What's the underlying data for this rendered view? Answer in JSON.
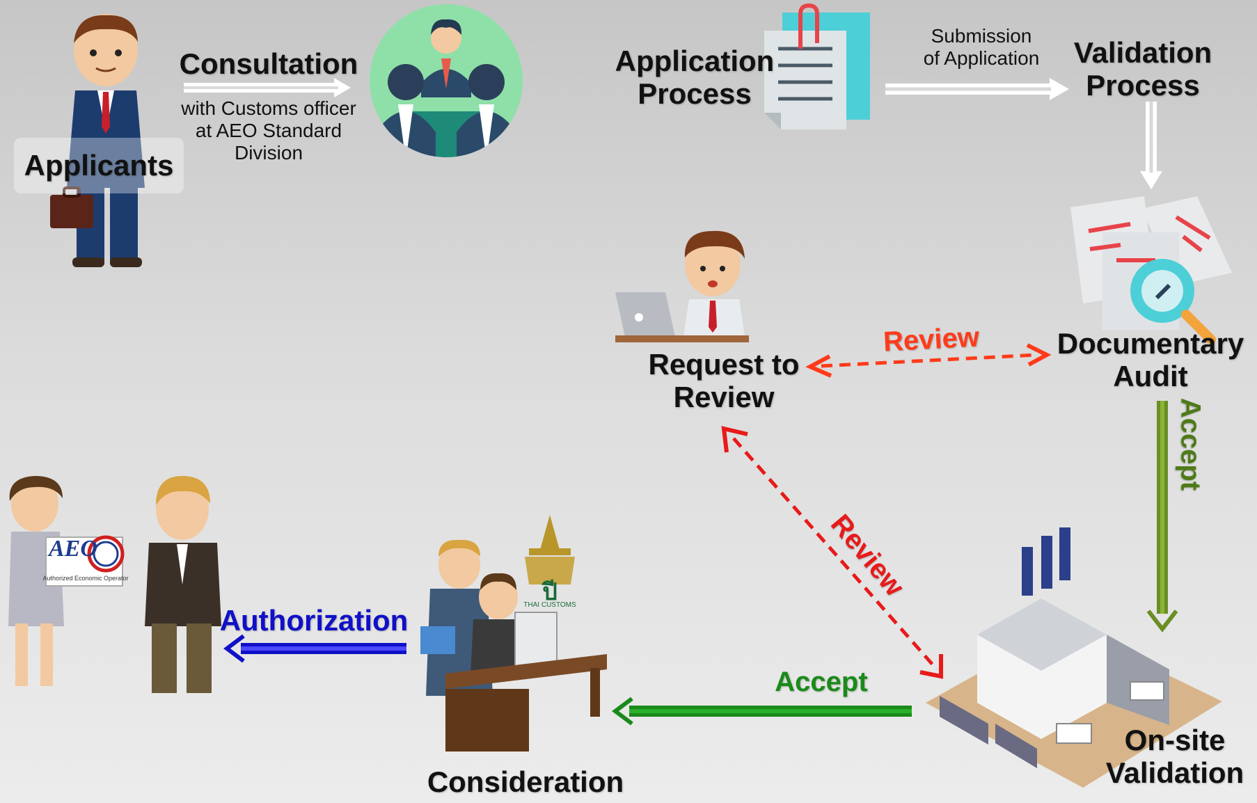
{
  "labels": {
    "applicants": "Applicants",
    "consultation": "Consultation",
    "consultation_detail": [
      "with Customs officer",
      "at AEO Standard",
      "Division"
    ],
    "application_process": [
      "Application",
      "Process"
    ],
    "submission": [
      "Submission",
      "of Application"
    ],
    "validation_process": [
      "Validation",
      "Process"
    ],
    "documentary_audit": [
      "Documentary",
      "Audit"
    ],
    "request_to_review": [
      "Request to",
      "Review"
    ],
    "review_horizontal": "Review",
    "review_diagonal": "Review",
    "accept_vertical": "Accept",
    "accept_horizontal": "Accept",
    "onsite_validation": [
      "On-site",
      "Validation"
    ],
    "consideration": "Consideration",
    "authorization": "Authorization",
    "aeo_logo_text": "AEO",
    "aeo_logo_caption": "Authorized Economic Operator",
    "thai_customs_caption": "THAI CUSTOMS"
  },
  "colors": {
    "review_arrow": "#ff3b1a",
    "accept_arrow": "#6b8e23",
    "accept_h_arrow": "#1a8a1a",
    "authorization": "#1010c8",
    "accept_text": "#4f7a1a",
    "white_arrow": "#ffffff"
  },
  "icons": [
    "businessman-icon",
    "meeting-icon",
    "document-clip-icon",
    "audit-magnifier-icon",
    "worried-worker-icon",
    "factory-icon",
    "officers-desk-icon",
    "thai-customs-emblem-icon",
    "handshake-certificate-icon"
  ]
}
